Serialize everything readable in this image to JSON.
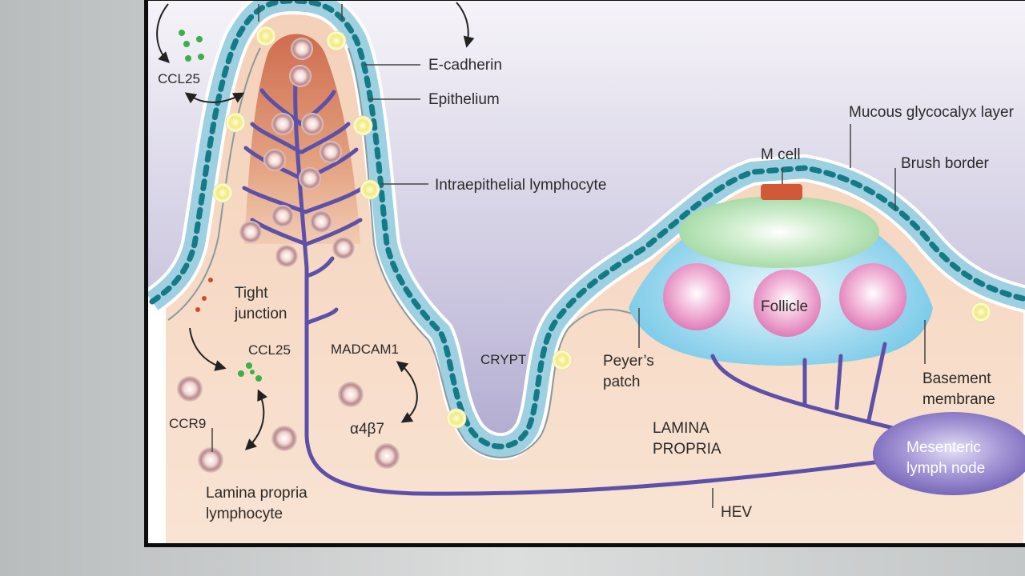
{
  "labels": {
    "ccl25_top": "CCL25",
    "e_cadherin": "E-cadherin",
    "epithelium": "Epithelium",
    "mucous_glycocalyx": "Mucous glycocalyx layer",
    "m_cell": "M cell",
    "brush_border": "Brush border",
    "iel": "Intraepithelial lymphocyte",
    "tight_junction_1": "Tight",
    "tight_junction_2": "junction",
    "ccl25_bottom": "CCL25",
    "madcam1": "MADCAM1",
    "crypt": "CRYPT",
    "peyers_1": "Peyer’s",
    "peyers_2": "patch",
    "follicle": "Follicle",
    "basement_1": "Basement",
    "basement_2": "membrane",
    "ccr9": "CCR9",
    "a4b7": "α4β7",
    "lamina_propria_1": "LAMINA",
    "lamina_propria_2": "PROPRIA",
    "lp_lymphocyte_1": "Lamina propria",
    "lp_lymphocyte_2": "lymphocyte",
    "mesenteric_1": "Mesenteric",
    "mesenteric_2": "lymph node",
    "hev": "HEV"
  },
  "colors": {
    "vessel": "#5d50a8",
    "epithelial_cell": "#8ec8dc",
    "nucleus": "#137a86",
    "lamina_propria": "#f6d8c2",
    "lumen_top": "#f3f0f7",
    "lumen_bottom": "#a9a3cc",
    "villus_core": "#d9866a",
    "m_cell": "#d2583a",
    "dome": "#8fd2ec",
    "germinal_center": "#a6dca5",
    "follicle": "#e587c0",
    "lymph_node": "#7f6fbf"
  }
}
